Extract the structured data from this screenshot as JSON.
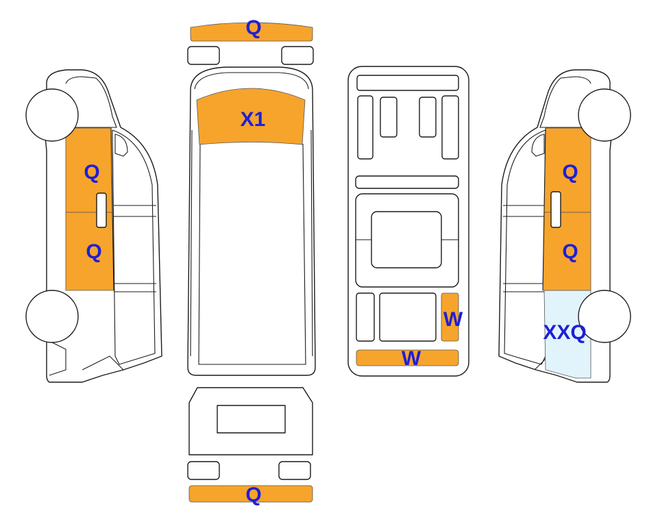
{
  "colors": {
    "damage_orange": "#F6A42C",
    "damage_light": "#E1F4FB",
    "label_blue": "#1f1fd6",
    "outline": "#1a1a1a"
  },
  "labels": {
    "front_bumper": "Q",
    "rear_bumper": "Q",
    "windshield": "X1",
    "left_front_door": "Q",
    "left_rear_door": "Q",
    "right_front_door": "Q",
    "right_rear_door": "Q",
    "right_rear_quarter": "XXQ",
    "interior_side_panel": "W",
    "interior_rear_panel": "W"
  }
}
